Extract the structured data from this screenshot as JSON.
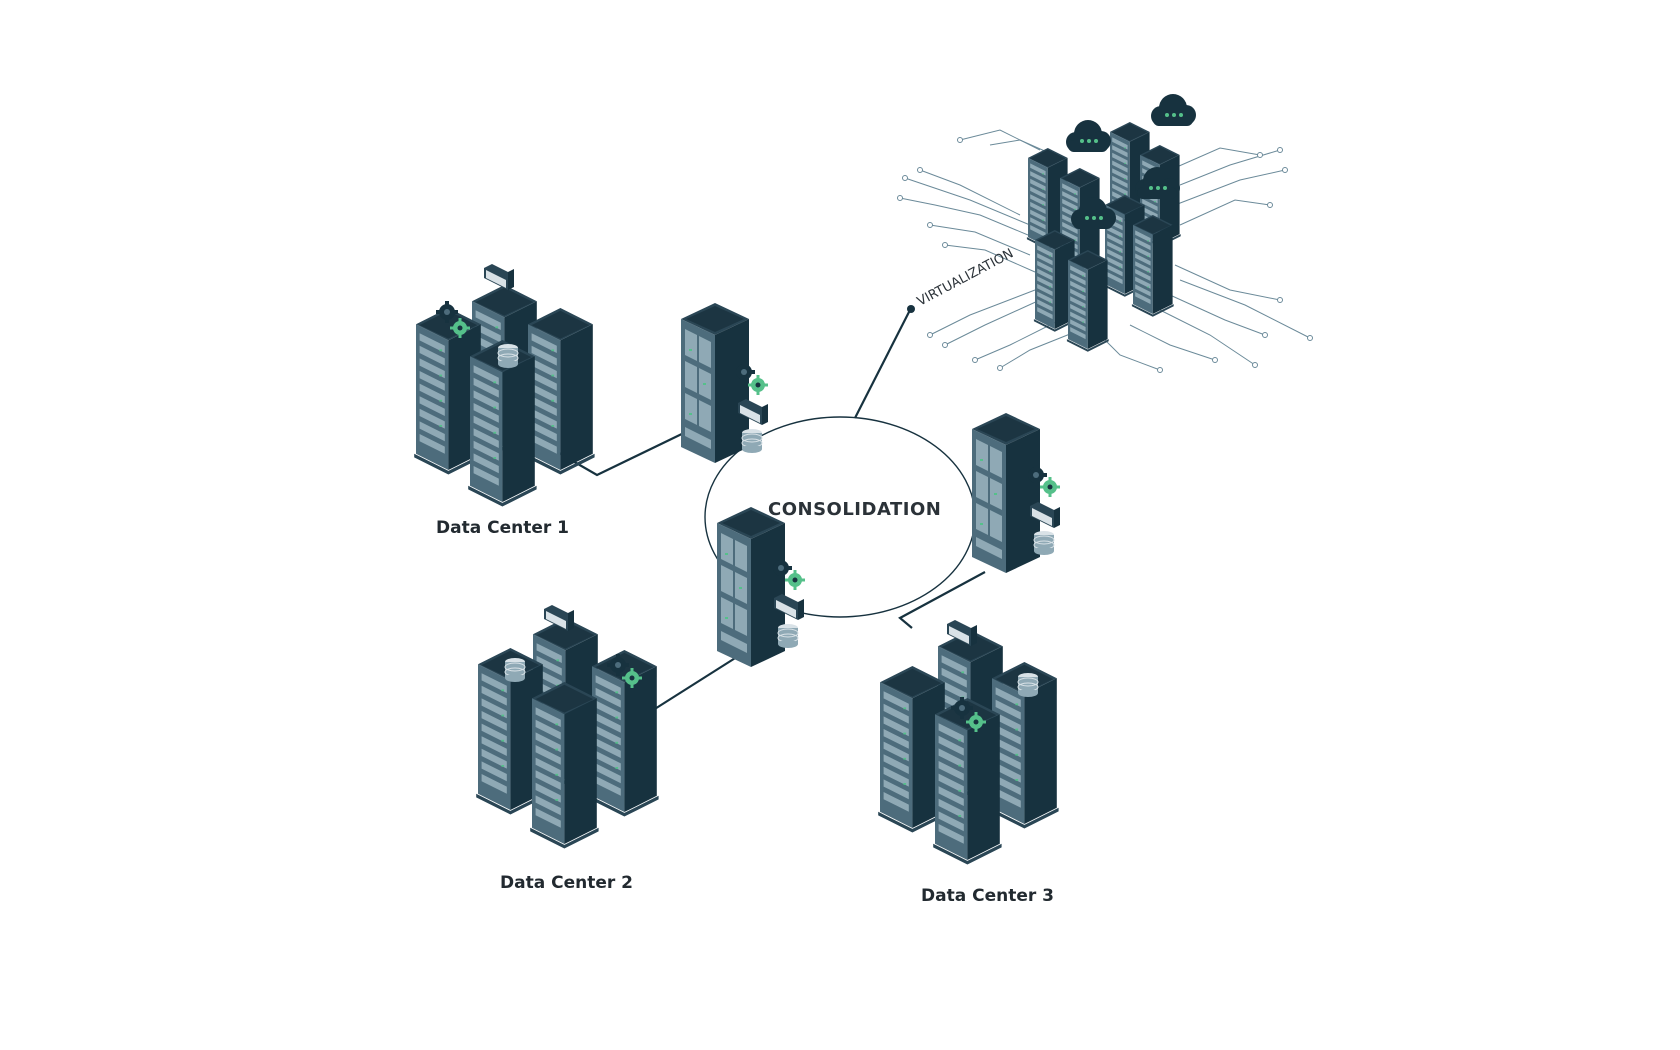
{
  "diagram": {
    "center_label": "CONSOLIDATION",
    "virtualization_label": "VIRTUALIZATION",
    "data_centers": [
      {
        "label": "Data Center 1"
      },
      {
        "label": "Data Center 2"
      },
      {
        "label": "Data Center 3"
      }
    ],
    "colors": {
      "rack_front": "#4d6c7c",
      "rack_side": "#17323f",
      "rack_top": "#2a4655",
      "slot": "#8fa9b5",
      "accent_green": "#55c08a",
      "line": "#17323f",
      "circuit": "#6b8a99"
    },
    "icons": [
      "gear-icon",
      "folder-icon",
      "database-icon",
      "cloud-icon"
    ]
  }
}
